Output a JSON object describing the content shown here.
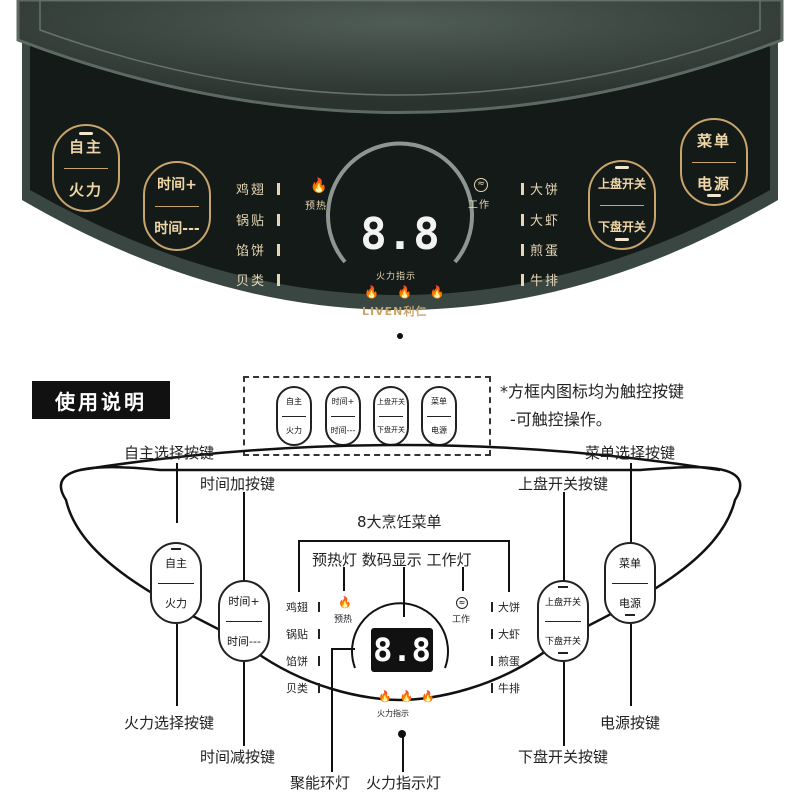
{
  "photo": {
    "left_keys": {
      "top": "自主",
      "bottom": "火力"
    },
    "time_keys": {
      "top": "时间+",
      "bottom": "时间---"
    },
    "left_menu": [
      "鸡翅",
      "锅贴",
      "馅饼",
      "贝类"
    ],
    "right_menu": [
      "大饼",
      "大虾",
      "煎蛋",
      "牛排"
    ],
    "preheat_label": "预热",
    "work_label": "工作",
    "display_value": "8.8",
    "fire_indicator_label": "火力指示",
    "brand_logo": "LIVEN利仁",
    "plate_keys": {
      "top": "上盘开关",
      "bottom": "下盘开关"
    },
    "right_keys": {
      "top": "菜单",
      "bottom": "电源"
    }
  },
  "diagram": {
    "title": "使用说明",
    "note_line1": "*方框内图标均为触控按键",
    "note_line2": "-可触控操作。",
    "mini_keys": [
      {
        "top": "自主",
        "bottom": "火力"
      },
      {
        "top": "时间+",
        "bottom": "时间---"
      },
      {
        "top": "上盘开关",
        "bottom": "下盘开关"
      },
      {
        "top": "菜单",
        "bottom": "电源"
      }
    ],
    "callouts": {
      "auto_select": "自主选择按键",
      "time_add": "时间加按键",
      "fire_select": "火力选择按键",
      "time_reduce": "时间减按键",
      "menu_select": "菜单选择按键",
      "upper_plate": "上盘开关按键",
      "power": "电源按键",
      "lower_plate": "下盘开关按键",
      "eight_menus": "8大烹饪菜单",
      "indicator_row": "预热灯 数码显示 工作灯",
      "ring_light": "聚能环灯",
      "fire_light": "火力指示灯"
    },
    "panel": {
      "left_keys": {
        "top": "自主",
        "bottom": "火力"
      },
      "time_keys": {
        "top": "时间+",
        "bottom": "时间---"
      },
      "left_menu": [
        "鸡翅",
        "锅贴",
        "馅饼",
        "贝类"
      ],
      "right_menu": [
        "大饼",
        "大虾",
        "煎蛋",
        "牛排"
      ],
      "preheat_label": "预热",
      "work_label": "工作",
      "display_value": "8.8",
      "fire_indicator_label": "火力指示",
      "plate_keys": {
        "top": "上盘开关",
        "bottom": "下盘开关"
      },
      "right_keys": {
        "top": "菜单",
        "bottom": "电源"
      }
    }
  }
}
